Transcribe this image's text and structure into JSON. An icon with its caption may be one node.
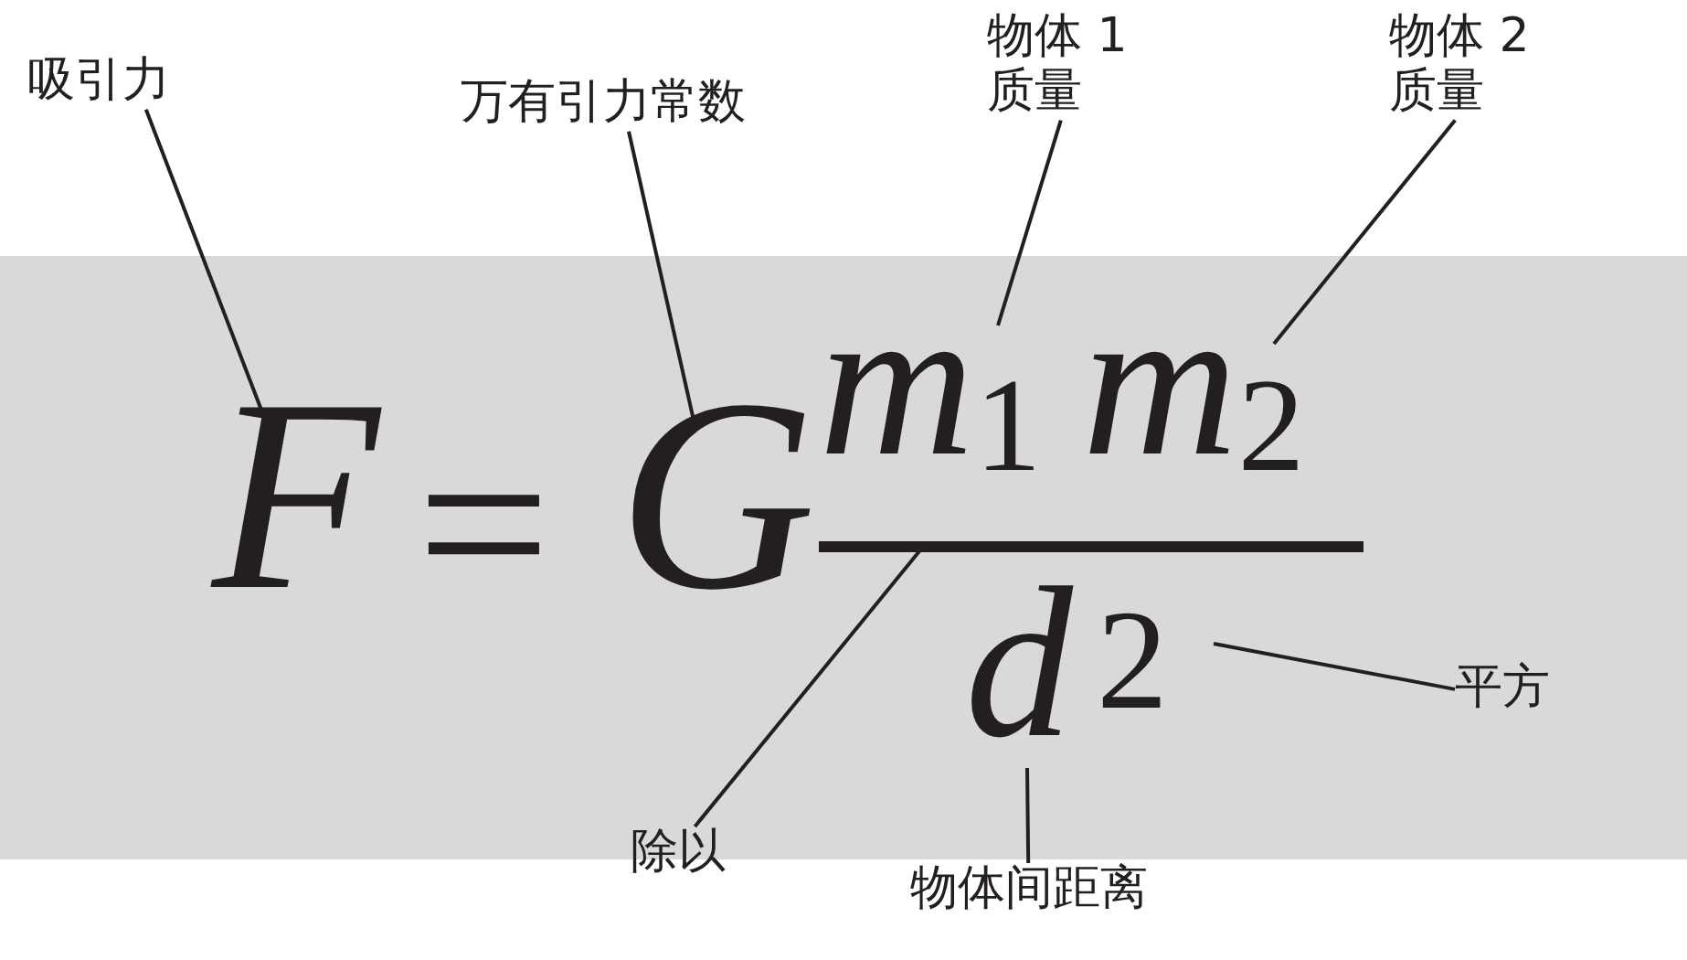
{
  "diagram": {
    "nodes": [
      {
        "text": [
          "吸引力"
        ]
      },
      {
        "text": [
          "万有引力常数"
        ]
      },
      {
        "text": [
          "物体 1 质量"
        ]
      },
      {
        "text": [
          "物体 2 质量"
        ]
      },
      {
        "text": [
          "平方"
        ]
      },
      {
        "text": [
          "除以"
        ]
      },
      {
        "text": [
          "物体间距离"
        ]
      },
      {
        "text": [
          "F"
        ]
      },
      {
        "text": [
          "G"
        ]
      },
      {
        "text": [
          "*m*$_{1}$"
        ]
      },
      {
        "text": [
          "*m*$_{2}$"
        ]
      },
      {
        "text": [],
        "shape": "bar"
      },
      {
        "text": [
          "d"
        ]
      },
      {
        "text": [
          "2"
        ]
      }
    ],
    "edges": [
      {
        "from": 0,
        "to": 7,
        "arrow": "none"
      },
      {
        "from": 1,
        "to": 8,
        "arrow": "none"
      },
      {
        "from": 2,
        "to": 9,
        "arrow": "none"
      },
      {
        "from": 3,
        "to": 10,
        "arrow": "none"
      },
      {
        "from": 4,
        "to": 13,
        "arrow": "none"
      },
      {
        "from": 5,
        "to": 11,
        "arrow": "none"
      },
      {
        "from": 6,
        "to": 12,
        "arrow": "none"
      }
    ],
    "labels": [
      "="
    ]
  }
}
